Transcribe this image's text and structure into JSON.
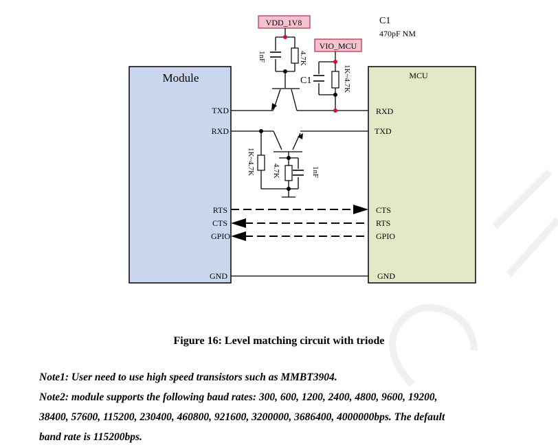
{
  "diagram": {
    "module_label": "Module",
    "mcu_label": "MCU",
    "module_pins": [
      "TXD",
      "RXD",
      "RTS",
      "CTS",
      "GPIO",
      "GND"
    ],
    "mcu_pins": [
      "RXD",
      "TXD",
      "CTS",
      "RTS",
      "GPIO",
      "GND"
    ],
    "rails": {
      "vdd": "VDD_1V8",
      "vio": "VIO_MCU"
    },
    "components": {
      "r_top": "4.7K",
      "c_top": "1nF",
      "r_vio": "1K~4.7K",
      "c1_ref": "C1",
      "r_bottom_left": "1K~4.7K",
      "r_bottom": "4.7K",
      "c_bottom": "1nF"
    },
    "c1_note_title": "C1",
    "c1_note_value": "470pF  NM",
    "colors": {
      "module_fill": "#c9d6ee",
      "mcu_fill": "#e3e8c7",
      "rail_fill": "#f2c3cf",
      "rail_border": "#c0345a",
      "node_red": "#cc1133"
    }
  },
  "caption": "Figure 16: Level matching circuit with triode",
  "notes": [
    "Note1: User need to use high speed transistors such as MMBT3904.",
    "Note2: module supports the following baud rates: 300, 600, 1200, 2400, 4800, 9600, 19200,",
    "38400, 57600, 115200, 230400, 460800, 921600, 3200000, 3686400, 4000000bps. The default",
    "band rate is 115200bps."
  ]
}
